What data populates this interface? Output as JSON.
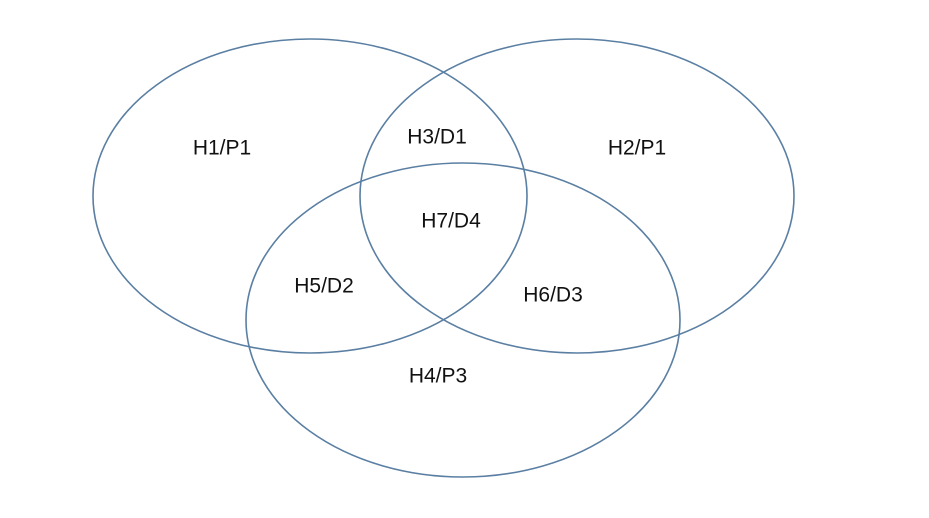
{
  "diagram": {
    "type": "venn-3",
    "stroke_color": "#5a7fa3",
    "sets": [
      {
        "id": "left"
      },
      {
        "id": "right"
      },
      {
        "id": "bottom"
      }
    ],
    "regions": {
      "left_only": "H1/P1",
      "right_only": "H2/P1",
      "left_right": "H3/D1",
      "all_three": "H7/D4",
      "left_bottom": "H5/D2",
      "right_bottom": "H6/D3",
      "bottom_only": "H4/P3"
    }
  }
}
